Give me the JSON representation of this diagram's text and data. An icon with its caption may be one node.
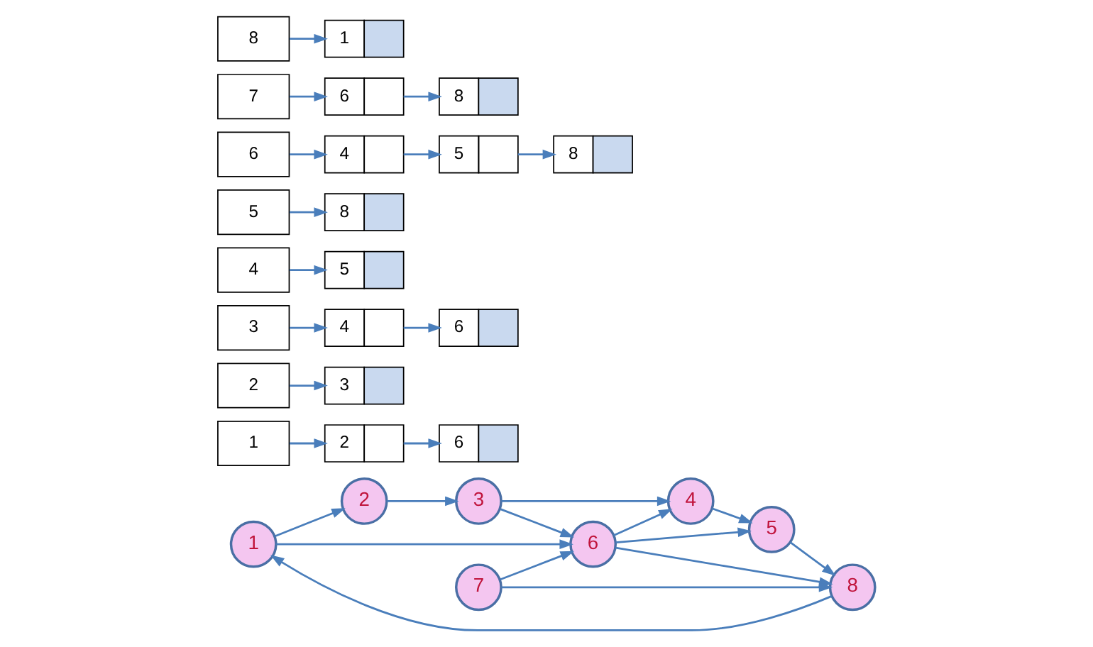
{
  "diagram": {
    "nodes": [
      {
        "text": [
          "1"
        ]
      },
      {
        "text": [
          "2"
        ]
      },
      {
        "text": [
          "3"
        ]
      },
      {
        "text": [
          "4"
        ]
      },
      {
        "text": [
          "5"
        ]
      },
      {
        "text": [
          "6"
        ]
      },
      {
        "text": [
          "7"
        ]
      },
      {
        "text": [
          "8"
        ]
      },
      {
        "text": [
          "1"
        ]
      },
      {
        "text": [
          "2"
        ]
      },
      {
        "text": [
          "3"
        ]
      },
      {
        "text": [
          "4"
        ]
      },
      {
        "text": [
          "5"
        ]
      },
      {
        "text": [
          "6"
        ]
      },
      {
        "text": [
          "7"
        ]
      },
      {
        "text": [
          "8"
        ]
      },
      {
        "text": [
          "2"
        ]
      },
      {
        "text": [
          "6"
        ]
      },
      {
        "text": [
          "3"
        ]
      },
      {
        "text": [
          "4"
        ]
      },
      {
        "text": [
          "6"
        ]
      },
      {
        "text": [
          "5"
        ]
      },
      {
        "text": [
          "8"
        ]
      },
      {
        "text": [
          "4"
        ]
      },
      {
        "text": [
          "5"
        ]
      },
      {
        "text": [
          "8"
        ]
      },
      {
        "text": [
          "6"
        ]
      },
      {
        "text": [
          "8"
        ]
      },
      {
        "text": [
          "1"
        ]
      }
    ],
    "edges": [
      {
        "from": 0,
        "to": 1,
        "arrow": "to"
      },
      {
        "from": 1,
        "to": 2,
        "arrow": "to"
      },
      {
        "from": 2,
        "to": 3,
        "arrow": "to"
      },
      {
        "from": 2,
        "to": 5,
        "arrow": "to"
      },
      {
        "from": 0,
        "to": 5,
        "arrow": "to"
      },
      {
        "from": 5,
        "to": 3,
        "arrow": "to"
      },
      {
        "from": 5,
        "to": 4,
        "arrow": "to"
      },
      {
        "from": 3,
        "to": 4,
        "arrow": "to"
      },
      {
        "from": 5,
        "to": 7,
        "arrow": "to"
      },
      {
        "from": 6,
        "to": 5,
        "arrow": "to"
      },
      {
        "from": 6,
        "to": 7,
        "arrow": "to"
      },
      {
        "from": 4,
        "to": 7,
        "arrow": "to"
      },
      {
        "from": 7,
        "to": 0,
        "arrow": "to"
      },
      {
        "from": 8,
        "to": 16,
        "arrow": "to"
      },
      {
        "from": 16,
        "to": 17,
        "arrow": "to"
      },
      {
        "from": 9,
        "to": 18,
        "arrow": "to"
      },
      {
        "from": 10,
        "to": 19,
        "arrow": "to"
      },
      {
        "from": 19,
        "to": 20,
        "arrow": "to"
      },
      {
        "from": 11,
        "to": 21,
        "arrow": "to"
      },
      {
        "from": 12,
        "to": 22,
        "arrow": "to"
      },
      {
        "from": 13,
        "to": 23,
        "arrow": "to"
      },
      {
        "from": 23,
        "to": 24,
        "arrow": "to"
      },
      {
        "from": 24,
        "to": 25,
        "arrow": "to"
      },
      {
        "from": 14,
        "to": 26,
        "arrow": "to"
      },
      {
        "from": 26,
        "to": 27,
        "arrow": "to"
      },
      {
        "from": 15,
        "to": 28,
        "arrow": "to"
      }
    ]
  }
}
